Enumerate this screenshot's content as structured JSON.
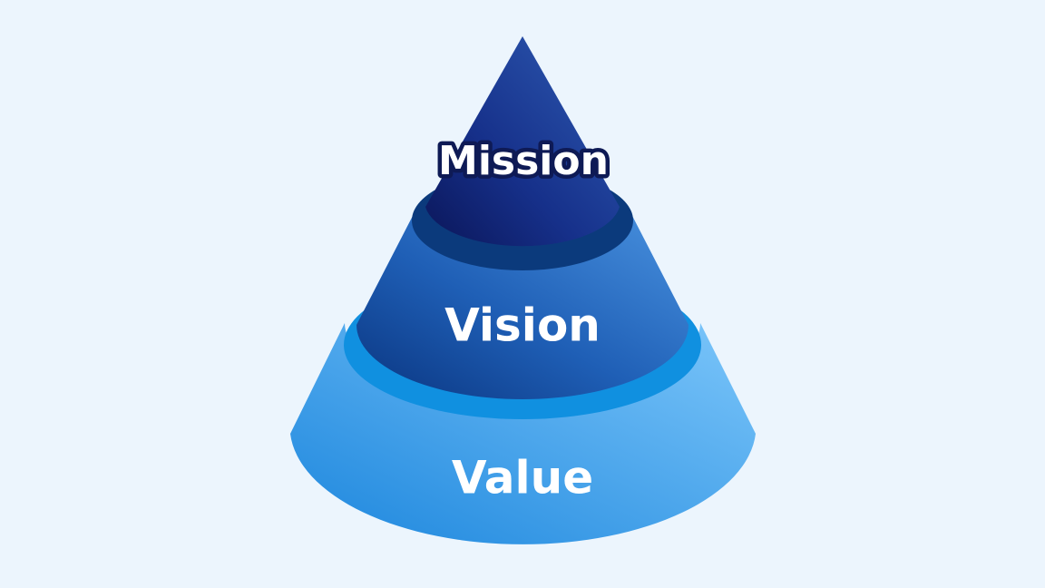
{
  "diagram": {
    "type": "layered-cone",
    "tiers": [
      {
        "id": "mission",
        "label": "Mission"
      },
      {
        "id": "vision",
        "label": "Vision"
      },
      {
        "id": "value",
        "label": "Value"
      }
    ]
  },
  "colors": {
    "background": "#ecf5fd",
    "mission_top": "#2a52a8",
    "mission_bottom": "#0c1a5a",
    "mission_label_outline": "#0e1a55",
    "vision_top": "#3f86d8",
    "vision_bottom": "#0b3d8c",
    "vision_rim": "#0b3a7c",
    "value_top": "#6ec0f8",
    "value_bottom": "#0f8fe0",
    "value_rim": "#1090e0",
    "label_text": "#ffffff"
  }
}
